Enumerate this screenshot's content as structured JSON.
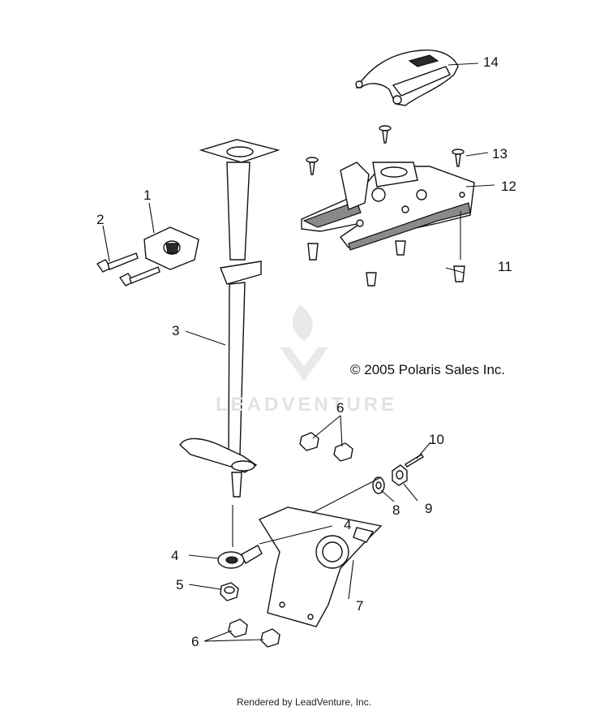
{
  "callouts": {
    "c1": "1",
    "c2": "2",
    "c3": "3",
    "c4a": "4",
    "c4b": "4",
    "c5": "5",
    "c6a": "6",
    "c6b": "6",
    "c7": "7",
    "c8": "8",
    "c9": "9",
    "c10": "10",
    "c11": "11",
    "c12": "12",
    "c13": "13",
    "c14": "14"
  },
  "copyright": "© 2005 Polaris Sales Inc.",
  "watermark": "LEADVENTURE",
  "footer": "Rendered by LeadVenture, Inc."
}
